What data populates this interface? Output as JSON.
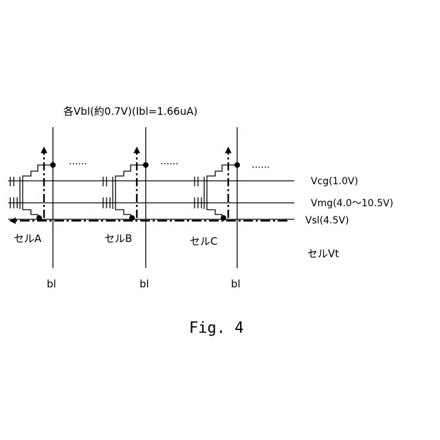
{
  "title": "各Vbl(約0.7V)(Ibl=1.66uA)",
  "lines": {
    "vcg": "Vcg(1.0V)",
    "vmg": "Vmg(4.0〜10.5V)",
    "vsl": "Vsl(4.5V)"
  },
  "cells": [
    {
      "label": "セルA",
      "bitline": "bl"
    },
    {
      "label": "セルB",
      "bitline": "bl"
    },
    {
      "label": "セルC",
      "bitline": "bl"
    }
  ],
  "dots": "......",
  "vt_label": "セルVt",
  "figure_caption": "Fig. 4"
}
